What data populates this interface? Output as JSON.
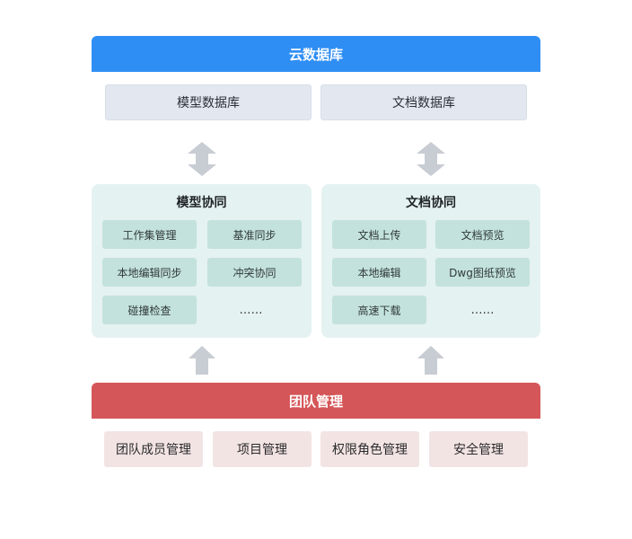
{
  "cloud": {
    "title": "云数据库",
    "databases": [
      "模型数据库",
      "文档数据库"
    ]
  },
  "model_collab": {
    "title": "模型协同",
    "features": [
      "工作集管理",
      "基准同步",
      "本地编辑同步",
      "冲突协同",
      "碰撞检查"
    ],
    "more": "……"
  },
  "doc_collab": {
    "title": "文档协同",
    "features": [
      "文档上传",
      "文档预览",
      "本地编辑",
      "Dwg图纸预览",
      "高速下载"
    ],
    "more": "……"
  },
  "team": {
    "title": "团队管理",
    "items": [
      "团队成员管理",
      "项目管理",
      "权限角色管理",
      "安全管理"
    ]
  },
  "colors": {
    "cloud_blue": "#2f8ef4",
    "team_red": "#d55658",
    "panel_bg": "#e4f2f1",
    "feature_bg": "#c4e2dd",
    "arrow_gray": "#c8ccd3"
  }
}
